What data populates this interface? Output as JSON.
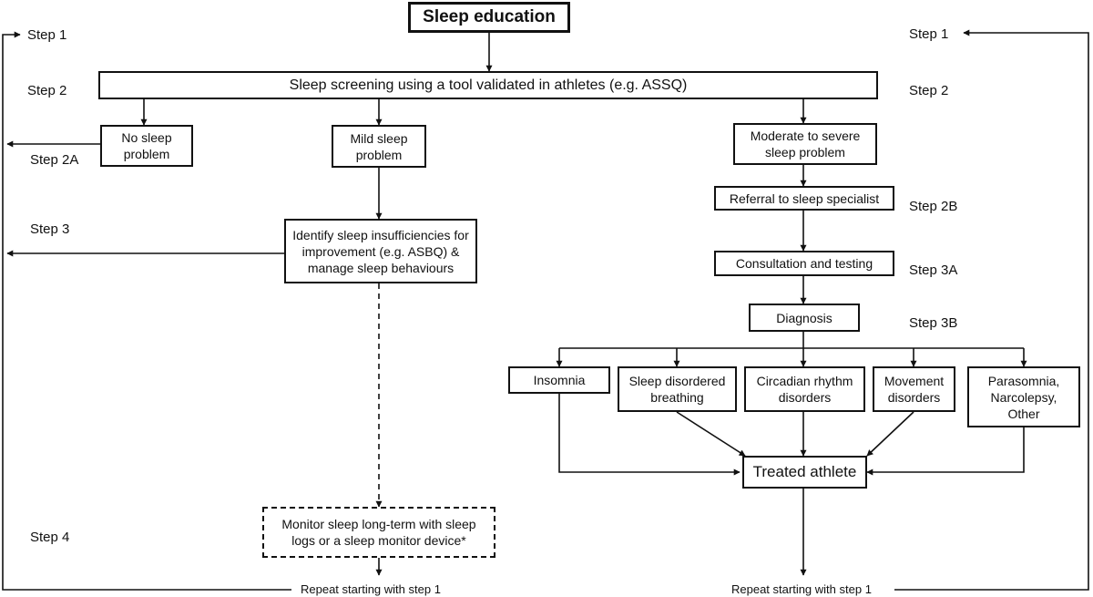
{
  "title": "Sleep education",
  "screening": "Sleep screening using a tool validated in athletes (e.g. ASSQ)",
  "no_problem": "No sleep problem",
  "mild": "Mild sleep problem",
  "moderate": "Moderate to severe sleep problem",
  "identify": "Identify sleep insufficiencies for improvement (e.g. ASBQ) & manage sleep behaviours",
  "monitor": "Monitor sleep long-term with sleep logs or a sleep monitor device*",
  "referral": "Referral to sleep specialist",
  "consultation": "Consultation and testing",
  "diagnosis": "Diagnosis",
  "insomnia": "Insomnia",
  "breathing": "Sleep disordered breathing",
  "circadian": "Circadian rhythm disorders",
  "movement": "Movement disorders",
  "parasomnia": "Parasomnia, Narcolepsy, Other",
  "treated": "Treated athlete",
  "repeat": "Repeat starting with step 1",
  "steps": {
    "step1": "Step 1",
    "step2": "Step 2",
    "step2a": "Step 2A",
    "step2b": "Step 2B",
    "step3": "Step 3",
    "step3a": "Step 3A",
    "step3b": "Step 3B",
    "step4": "Step 4"
  }
}
